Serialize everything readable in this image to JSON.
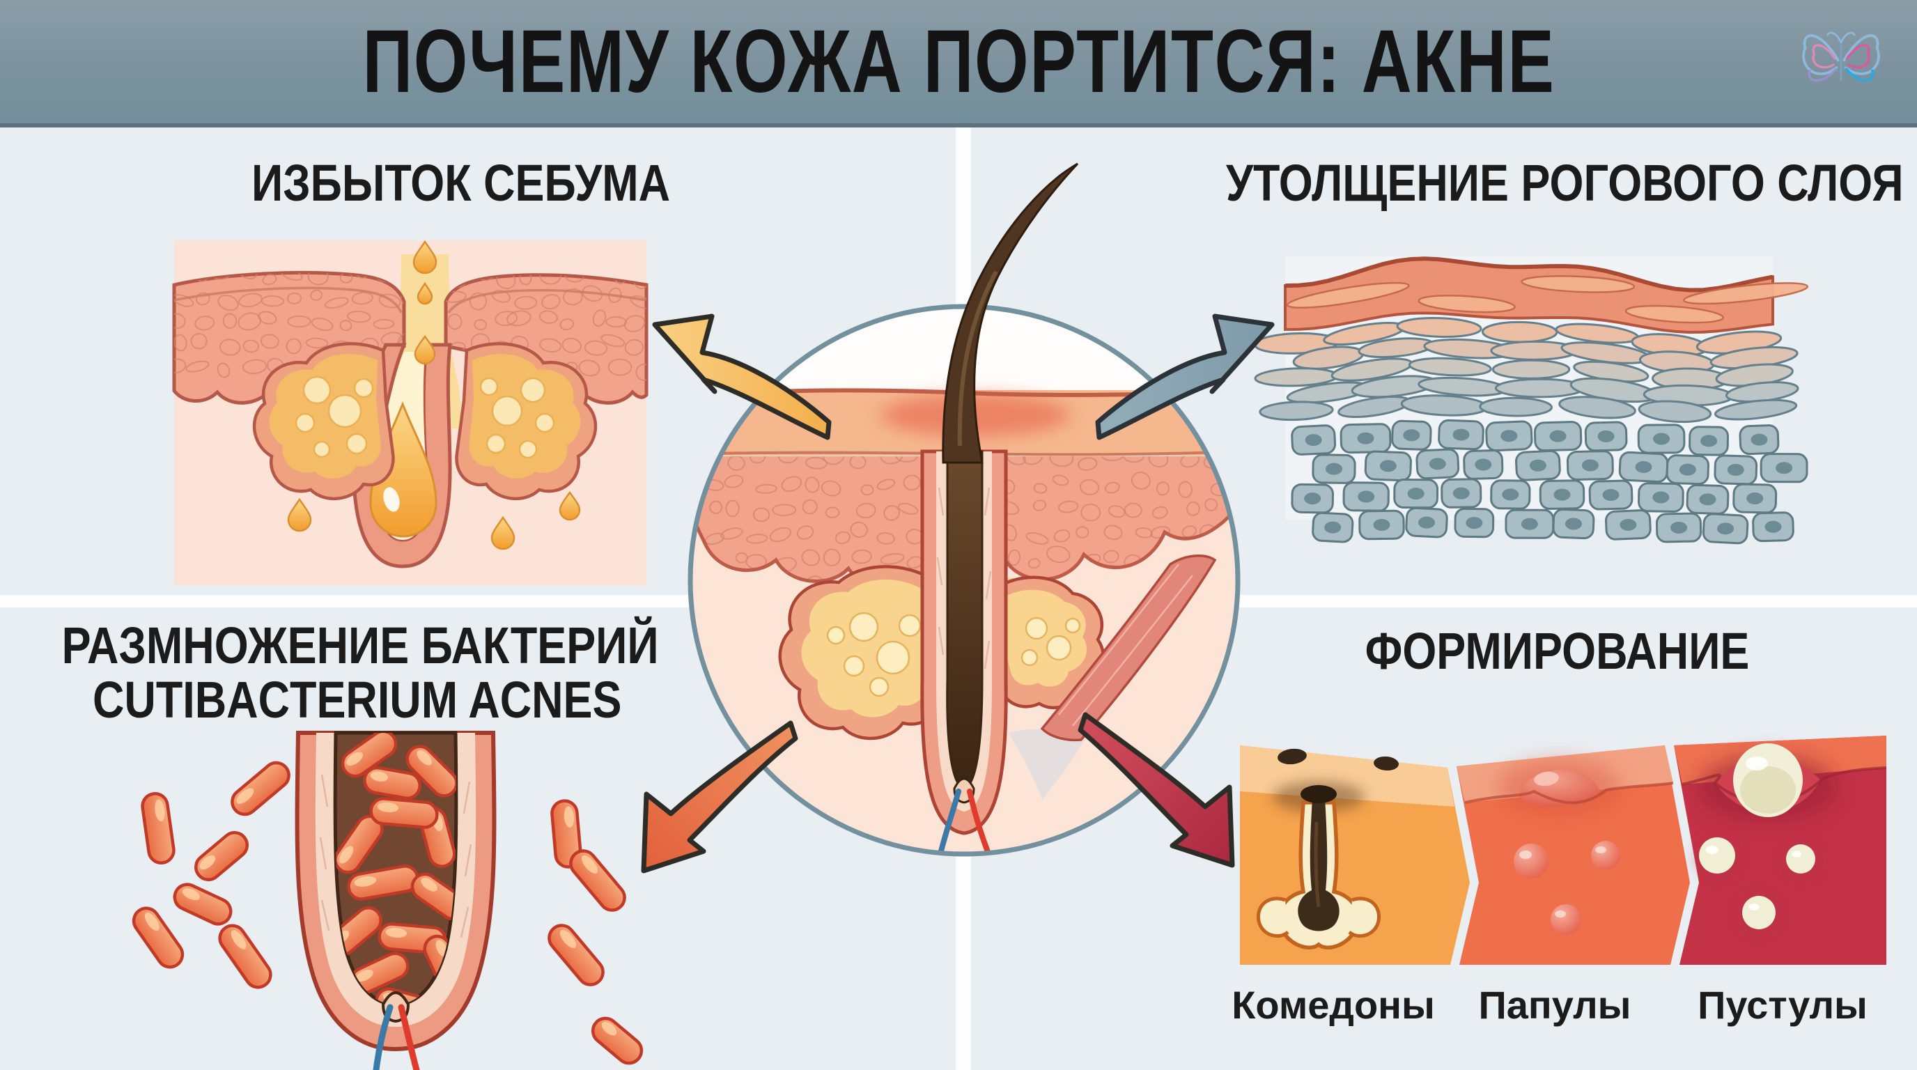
{
  "header": {
    "title": "ПОЧЕМУ КОЖА ПОРТИТСЯ: АКНЕ",
    "logo": "butterfly-logo"
  },
  "sections": {
    "sebum": {
      "heading": "ИЗБЫТОК СЕБУМА"
    },
    "corneum": {
      "heading": "УТОЛЩЕНИЕ РОГОВОГО СЛОЯ"
    },
    "bacteria": {
      "heading_line1": "РАЗМНОЖЕНИЕ БАКТЕРИЙ",
      "heading_line2": "CUTIBACTERIUM ACNES"
    },
    "formation": {
      "heading": "ФОРМИРОВАНИЕ",
      "stages": [
        "Комедоны",
        "Папулы",
        "Пустулы"
      ]
    }
  },
  "icons": {
    "logo": "butterfly-logo",
    "arrows": [
      "arrow-to-sebum",
      "arrow-to-corneum",
      "arrow-to-bacteria",
      "arrow-to-formation"
    ]
  },
  "colors": {
    "header_bg": "#7d929e",
    "quadrant_bg": "#e9eef2",
    "divider": "#fdfdfd",
    "title_text": "#141414",
    "illustration_pink_bg": "#fbe4d7",
    "skin_salmon": "#f1a48b",
    "sebum_orange": "#f6a93b",
    "bacteria_orange": "#f0875f",
    "cell_bluegray": "#a9bdc4",
    "arrow_sebum": "#f2b059",
    "arrow_corneum": "#8ba6b3",
    "arrow_bacteria": "#e87a54",
    "arrow_formation": "#c13a49",
    "panel_comedones": "#f5a34d",
    "panel_papules": "#ee6f4a",
    "panel_pustules": "#c43247"
  }
}
